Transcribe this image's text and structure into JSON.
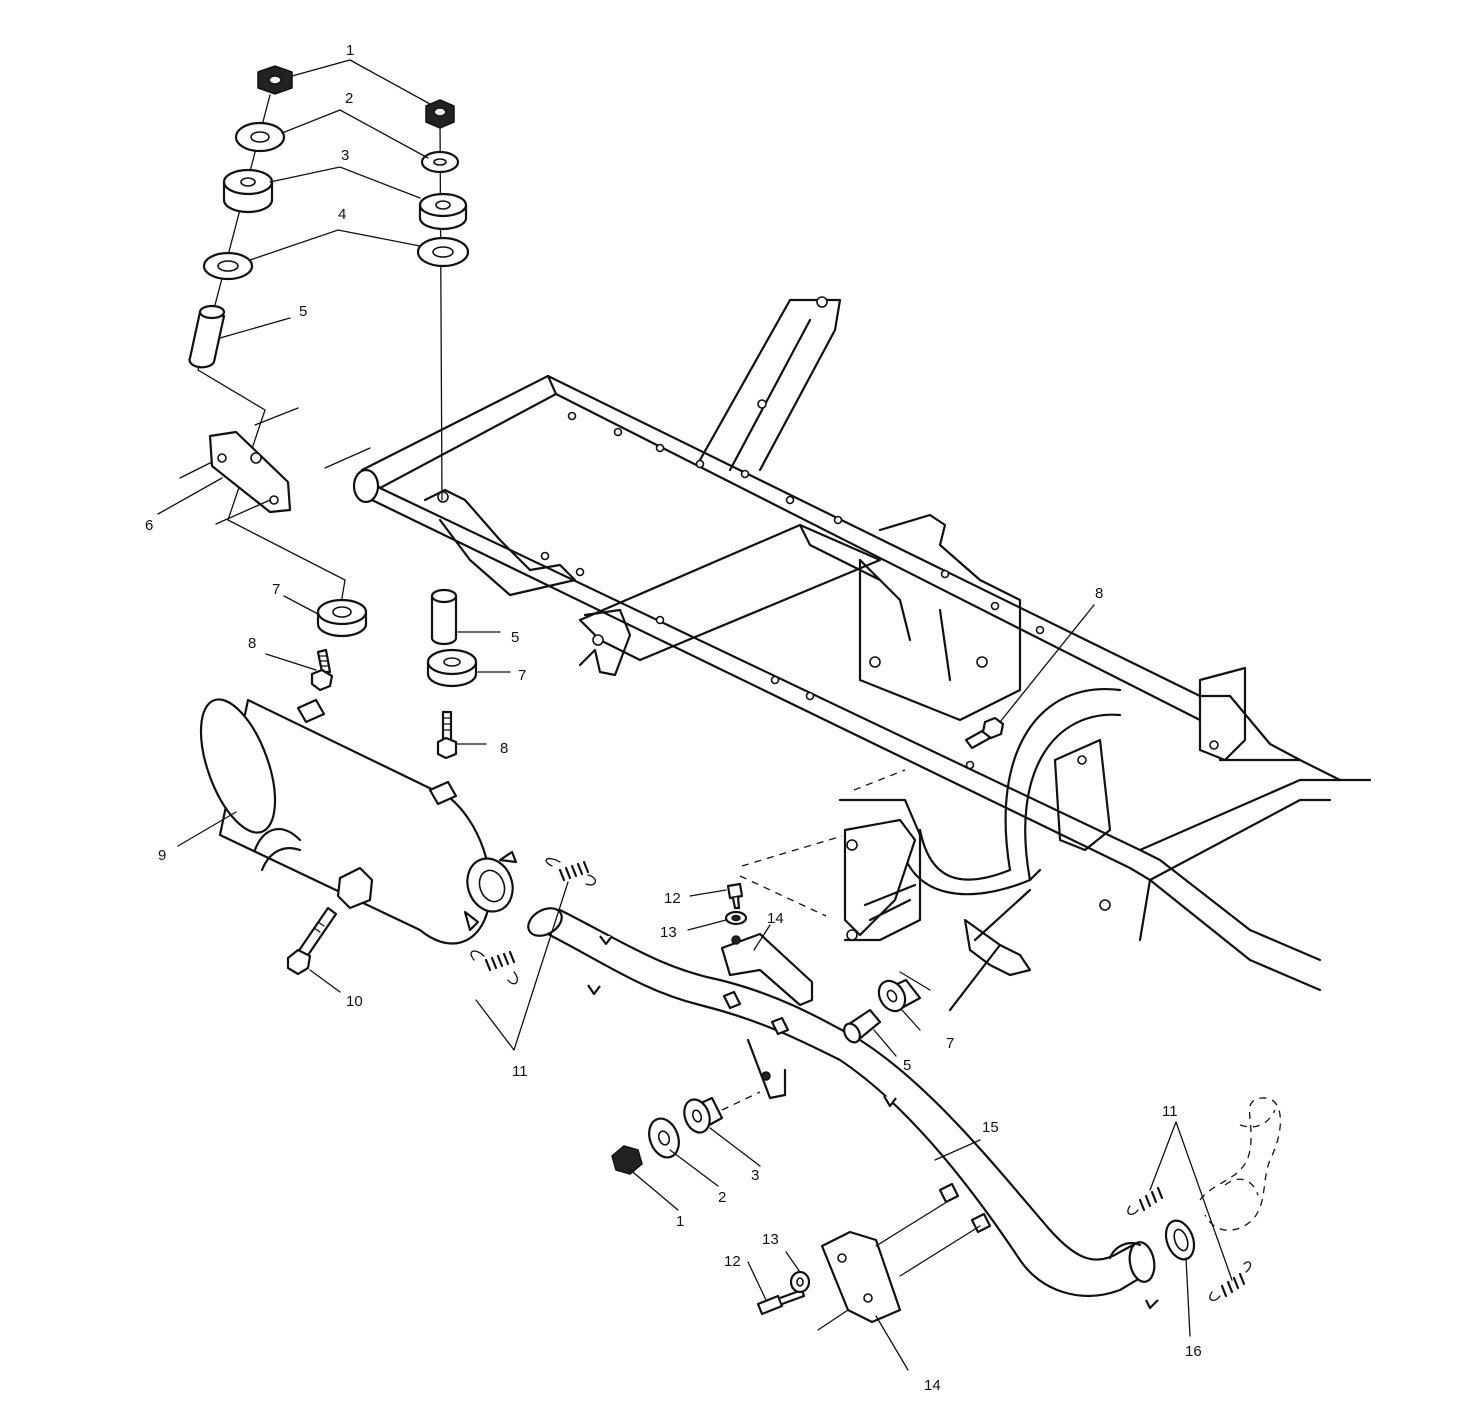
{
  "callouts": {
    "c1a": "1",
    "c2a": "2",
    "c3a": "3",
    "c4a": "4",
    "c5a": "5",
    "c6": "6",
    "c7a": "7",
    "c8a": "8",
    "c5b": "5",
    "c7b": "7",
    "c8b": "8",
    "c8c": "8",
    "c9": "9",
    "c10": "10",
    "c11a": "11",
    "c12a": "12",
    "c13a": "13",
    "c14a": "14",
    "c7c": "7",
    "c5c": "5",
    "c3b": "3",
    "c2b": "2",
    "c1b": "1",
    "c15": "15",
    "c11b": "11",
    "c12b": "12",
    "c13b": "13",
    "c14b": "14",
    "c16": "16"
  }
}
